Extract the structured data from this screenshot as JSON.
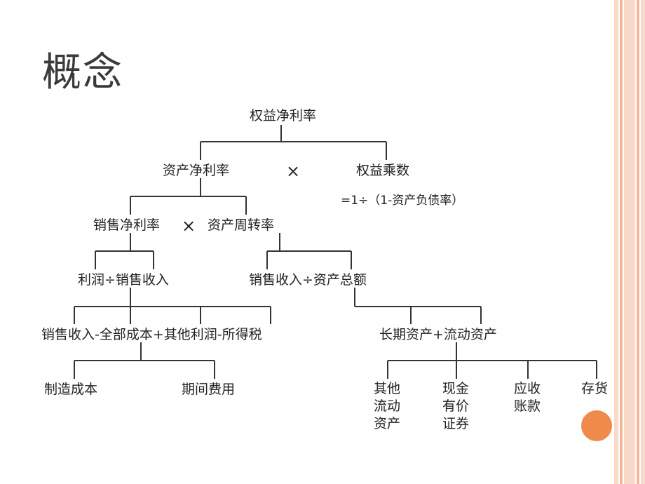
{
  "slide": {
    "title": "概念"
  },
  "colors": {
    "stripe_light": "#f9d9c7",
    "stripe_mid": "#f4b898",
    "accent_circle": "#f08a4b",
    "line": "#333333"
  },
  "diagram": {
    "root": "权益净利率",
    "roa": "资产净利率",
    "multiply1": "×",
    "equity_multiplier": "权益乘数",
    "equity_multiplier_formula": "=1÷（1-资产负债率）",
    "net_margin": "销售净利率",
    "multiply2": "×",
    "asset_turnover": "资产周转率",
    "profit_over_sales": "利润÷销售收入",
    "sales_over_assets": "销售收入÷资产总额",
    "profit_formula": "销售收入-全部成本+其他利润-所得税",
    "total_assets": "长期资产+流动资产",
    "manufacturing_cost": "制造成本",
    "period_expense": "期间费用",
    "other_current_assets": "其他\n流动\n资产",
    "cash_securities": "现金\n有价\n证券",
    "receivables": "应收\n账款",
    "inventory": "存货"
  }
}
